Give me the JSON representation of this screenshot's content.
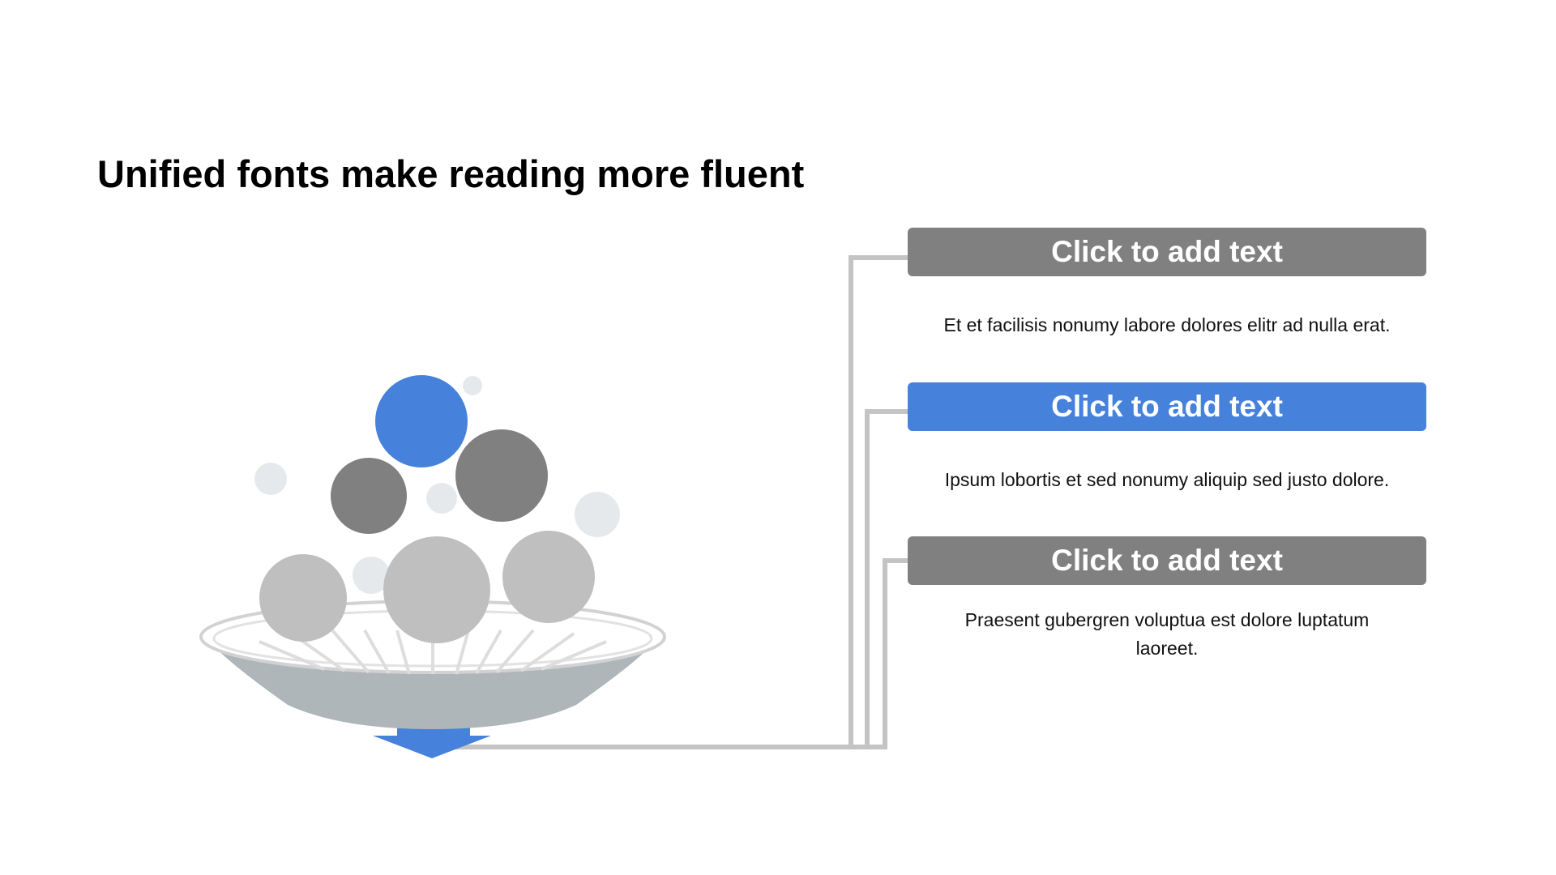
{
  "slide": {
    "title": "Unified fonts make reading more fluent"
  },
  "items": [
    {
      "label": "Click to add text",
      "description": "Et et facilisis nonumy labore dolores elitr ad nulla erat.",
      "style": "gray"
    },
    {
      "label": "Click to add text",
      "description": "Ipsum lobortis et sed nonumy aliquip sed justo dolore.",
      "style": "blue"
    },
    {
      "label": "Click to add text",
      "description": "Praesent gubergren voluptua est dolore luptatum laoreet.",
      "style": "gray"
    }
  ],
  "colors": {
    "accent_blue": "#4682dc",
    "dark_gray": "#808080",
    "light_gray": "#bfbfbf",
    "bubble_pale": "#e6e9ec",
    "bowl": "#aeb6ba"
  }
}
